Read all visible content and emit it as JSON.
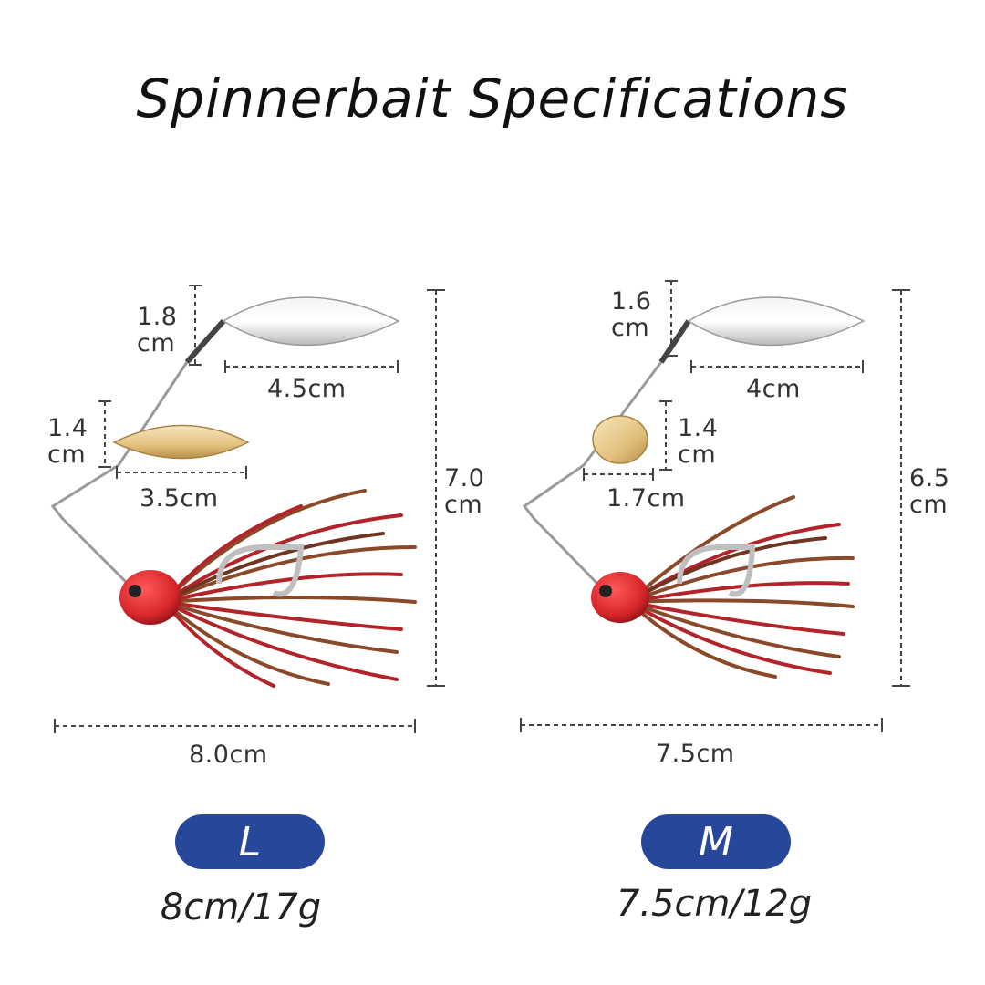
{
  "title": "Spinnerbait Specifications",
  "colors": {
    "pill": "#27489a",
    "head": "#d8262b",
    "skirt_brown": "#8a4a2a",
    "skirt_red": "#b3242a",
    "blade_silver": "#dcdcdc",
    "blade_gold": "#e8cc8a"
  },
  "lures": [
    {
      "size": "L",
      "spec": "8cm/17g",
      "dims": {
        "top_blade_height": "1.8\ncm",
        "top_blade_length": "4.5cm",
        "small_blade_height": "1.4\ncm",
        "small_blade_length": "3.5cm",
        "total_height": "7.0\ncm",
        "total_length": "8.0cm"
      }
    },
    {
      "size": "M",
      "spec": "7.5cm/12g",
      "dims": {
        "top_blade_height": "1.6\ncm",
        "top_blade_length": "4cm",
        "small_blade_height": "1.4\ncm",
        "small_blade_length": "1.7cm",
        "total_height": "6.5\ncm",
        "total_length": "7.5cm"
      }
    }
  ]
}
